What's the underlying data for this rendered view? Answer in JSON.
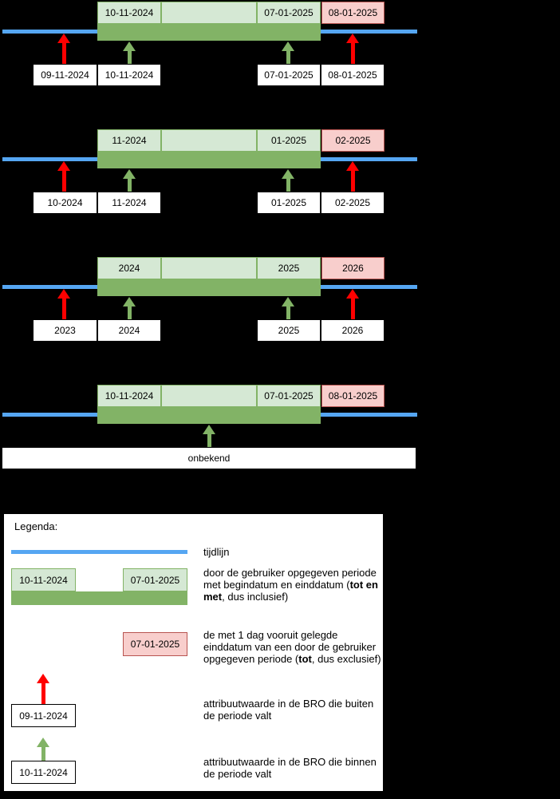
{
  "colors": {
    "timeline_blue": "#55a6f2",
    "period_green_light": "#d5e8d4",
    "period_green_border": "#82b366",
    "period_bar_green": "#82b366",
    "next_day_pink": "#f8cecc",
    "next_day_pink_border": "#b85450",
    "outside_arrow_red": "#ff0000",
    "inside_arrow_green": "#82b366"
  },
  "diagrams": [
    {
      "period_boxes": [
        {
          "label": "10-11-2024"
        },
        {
          "label": ""
        },
        {
          "label": "07-01-2025"
        },
        {
          "label": "08-01-2025"
        }
      ],
      "markers": [
        {
          "label": "09-11-2024",
          "arrow": "red"
        },
        {
          "label": "10-11-2024",
          "arrow": "green"
        },
        {
          "label": "07-01-2025",
          "arrow": "green"
        },
        {
          "label": "08-01-2025",
          "arrow": "red"
        }
      ]
    },
    {
      "period_boxes": [
        {
          "label": "11-2024"
        },
        {
          "label": ""
        },
        {
          "label": "01-2025"
        },
        {
          "label": "02-2025"
        }
      ],
      "markers": [
        {
          "label": "10-2024",
          "arrow": "red"
        },
        {
          "label": "11-2024",
          "arrow": "green"
        },
        {
          "label": "01-2025",
          "arrow": "green"
        },
        {
          "label": "02-2025",
          "arrow": "red"
        }
      ]
    },
    {
      "period_boxes": [
        {
          "label": "2024"
        },
        {
          "label": ""
        },
        {
          "label": "2025"
        },
        {
          "label": "2026"
        }
      ],
      "markers": [
        {
          "label": "2023",
          "arrow": "red"
        },
        {
          "label": "2024",
          "arrow": "green"
        },
        {
          "label": "2025",
          "arrow": "green"
        },
        {
          "label": "2026",
          "arrow": "red"
        }
      ]
    },
    {
      "period_boxes": [
        {
          "label": "10-11-2024"
        },
        {
          "label": ""
        },
        {
          "label": "07-01-2025"
        },
        {
          "label": "08-01-2025"
        }
      ],
      "markers": [
        {
          "label": "onbekend",
          "arrow": "green"
        }
      ]
    }
  ],
  "legend": {
    "title": "Legenda:",
    "timeline": {
      "label": "tijdlijn"
    },
    "period": {
      "start_label": "10-11-2024",
      "end_label": "07-01-2025",
      "text_before": "door de gebruiker opgegeven periode met begindatum en einddatum (",
      "bold": "tot en met",
      "text_after": ", dus inclusief)"
    },
    "next_day": {
      "box_label": "07-01-2025",
      "text_before": "de met 1 dag vooruit gelegde einddatum van een door de gebruiker opgegeven periode (",
      "bold": "tot",
      "text_after": ", dus exclusief)"
    },
    "outside": {
      "box_label": "09-11-2024",
      "text": "attribuutwaarde in de BRO die buiten de periode valt"
    },
    "inside": {
      "box_label": "10-11-2024",
      "text": "attribuutwaarde in de BRO die binnen de periode valt"
    }
  }
}
